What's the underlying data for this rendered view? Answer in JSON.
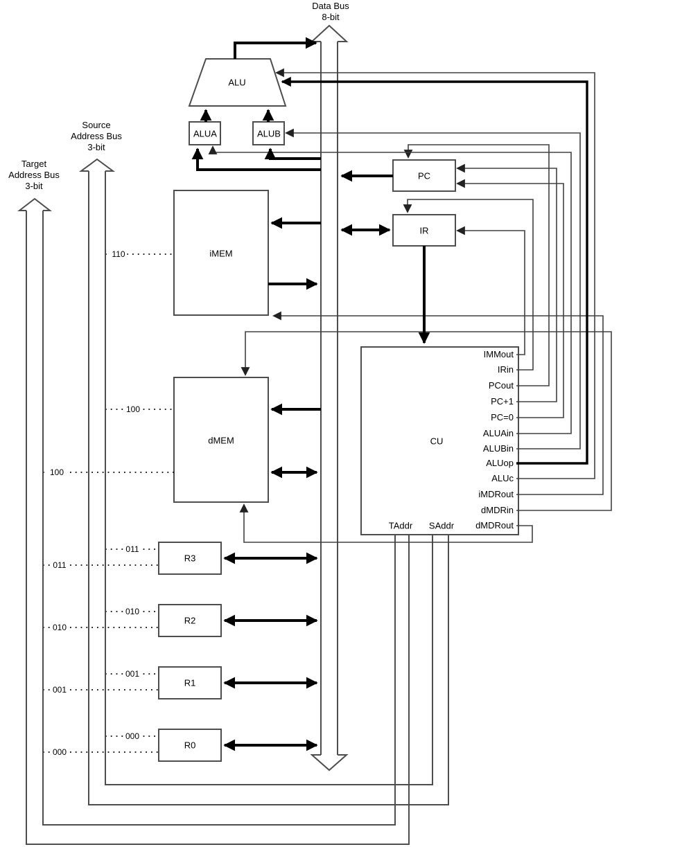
{
  "buses": {
    "data": {
      "line1": "Data Bus",
      "line2": "8-bit"
    },
    "source": {
      "line1": "Source",
      "line2": "Address Bus",
      "line3": "3-bit"
    },
    "target": {
      "line1": "Target",
      "line2": "Address Bus",
      "line3": "3-bit"
    }
  },
  "components": {
    "alu": "ALU",
    "alua": "ALUA",
    "alub": "ALUB",
    "pc": "PC",
    "ir": "IR",
    "imem": "iMEM",
    "dmem": "dMEM",
    "cu": "CU",
    "r3": "R3",
    "r2": "R2",
    "r1": "R1",
    "r0": "R0"
  },
  "cu": {
    "signals": [
      "IMMout",
      "IRin",
      "PCout",
      "PC+1",
      "PC=0",
      "ALUAin",
      "ALUBin",
      "ALUop",
      "ALUc",
      "iMDRout",
      "dMDRin",
      "dMDRout"
    ],
    "bottom_ports": [
      "TAddr",
      "SAddr"
    ]
  },
  "address_codes": {
    "imem_source": "110",
    "dmem_source": "100",
    "dmem_target": "100",
    "r3_source": "011",
    "r3_target": "011",
    "r2_source": "010",
    "r2_target": "010",
    "r1_source": "001",
    "r1_target": "001",
    "r0_source": "000",
    "r0_target": "000"
  },
  "colors": {
    "background": "#ffffff",
    "thick_wire": "#000000",
    "thin_wire": "#404040",
    "box_border": "#4d4d4d",
    "dotted_line": "#000000"
  }
}
